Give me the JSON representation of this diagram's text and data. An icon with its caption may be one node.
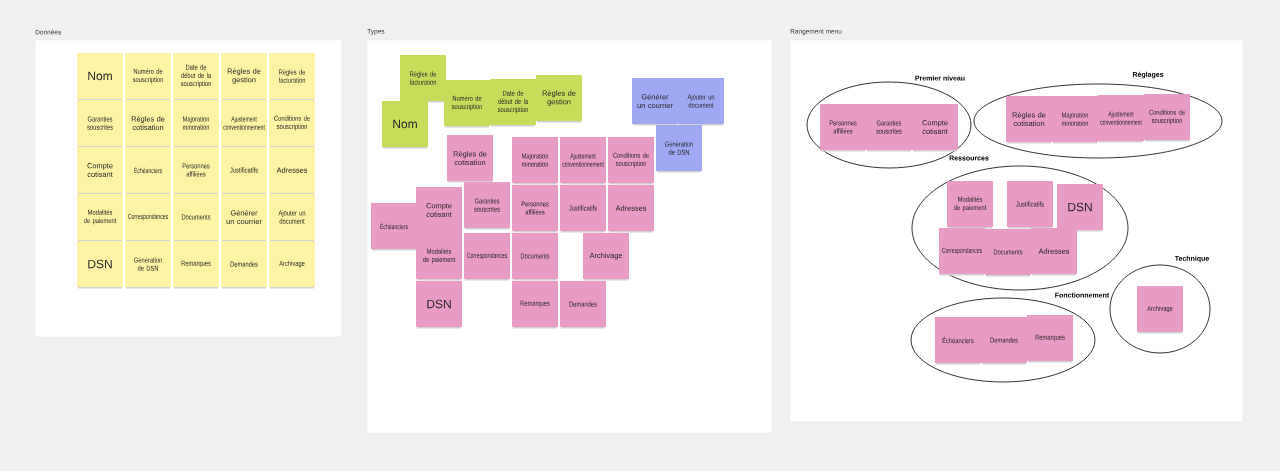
{
  "diagram": {
    "nodes": [
      {
        "text": [
          "Données"
        ]
      },
      {
        "text": [
          "Nom"
        ],
        "in": 0
      },
      {
        "text": [
          "Numéro de souscription"
        ],
        "in": 0
      },
      {
        "text": [
          "Date de début de la souscription"
        ],
        "in": 0
      },
      {
        "text": [
          "Règles de gestion"
        ],
        "in": 0
      },
      {
        "text": [
          "Règles de facturation"
        ],
        "in": 0
      },
      {
        "text": [
          "Garanties souscrites"
        ],
        "in": 0
      },
      {
        "text": [
          "Règles de cotisation"
        ],
        "in": 0
      },
      {
        "text": [
          "Majoration minoration"
        ],
        "in": 0
      },
      {
        "text": [
          "Ajustement conventionnement"
        ],
        "in": 0
      },
      {
        "text": [
          "Conditions de souscription"
        ],
        "in": 0
      },
      {
        "text": [
          "Compte cotisant"
        ],
        "in": 0
      },
      {
        "text": [
          "Échéanciers"
        ],
        "in": 0
      },
      {
        "text": [
          "Personnes affiliées"
        ],
        "in": 0
      },
      {
        "text": [
          "Justificatifs"
        ],
        "in": 0
      },
      {
        "text": [
          "Adresses"
        ],
        "in": 0
      },
      {
        "text": [
          "Modalités de paiement"
        ],
        "in": 0
      },
      {
        "text": [
          "Correspondances"
        ],
        "in": 0
      },
      {
        "text": [
          "Documents"
        ],
        "in": 0
      },
      {
        "text": [
          "Générer un courrier"
        ],
        "in": 0
      },
      {
        "text": [
          "Ajouter un document"
        ],
        "in": 0
      },
      {
        "text": [
          "DSN"
        ],
        "in": 0
      },
      {
        "text": [
          "Génération de DSN"
        ],
        "in": 0
      },
      {
        "text": [
          "Remarques"
        ],
        "in": 0
      },
      {
        "text": [
          "Demandes"
        ],
        "in": 0
      },
      {
        "text": [
          "Archivage"
        ],
        "in": 0
      },
      {
        "text": [
          "Types"
        ]
      },
      {
        "text": [
          "Règles de facturation"
        ],
        "in": 26
      },
      {
        "text": [
          "Nom"
        ],
        "in": 26
      },
      {
        "text": [
          "Numéro de souscription"
        ],
        "in": 26
      },
      {
        "text": [
          "Date de début de la souscription"
        ],
        "in": 26
      },
      {
        "text": [
          "Règles de gestion"
        ],
        "in": 26
      },
      {
        "text": [
          "Générer un courrier"
        ],
        "in": 26
      },
      {
        "text": [
          "Ajouter un document"
        ],
        "in": 26
      },
      {
        "text": [
          "Génération de DSN"
        ],
        "in": 26
      },
      {
        "text": [
          "Règles de cotisation"
        ],
        "in": 26
      },
      {
        "text": [
          "Majoration minoration"
        ],
        "in": 26
      },
      {
        "text": [
          "Ajustement conventionnement"
        ],
        "in": 26
      },
      {
        "text": [
          "Conditions de souscription"
        ],
        "in": 26
      },
      {
        "text": [
          "Garanties souscrites"
        ],
        "in": 26
      },
      {
        "text": [
          "Compte cotisant"
        ],
        "in": 26
      },
      {
        "text": [
          "Échéanciers"
        ],
        "in": 26
      },
      {
        "text": [
          "Personnes affiliées"
        ],
        "in": 26
      },
      {
        "text": [
          "Justificatifs"
        ],
        "in": 26
      },
      {
        "text": [
          "Adresses"
        ],
        "in": 26
      },
      {
        "text": [
          "Modalités de paiement"
        ],
        "in": 26
      },
      {
        "text": [
          "Correspondances"
        ],
        "in": 26
      },
      {
        "text": [
          "Documents"
        ],
        "in": 26
      },
      {
        "text": [
          "Archivage"
        ],
        "in": 26
      },
      {
        "text": [
          "DSN"
        ],
        "in": 26
      },
      {
        "text": [
          "Remarques"
        ],
        "in": 26
      },
      {
        "text": [
          "Demandes"
        ],
        "in": 26
      },
      {
        "text": [
          "Rangement menu"
        ]
      },
      {
        "text": [
          "Premier niveau"
        ],
        "in": 52
      },
      {
        "text": [
          "Personnes affiliées"
        ],
        "in": 53
      },
      {
        "text": [
          "Garanties souscrites"
        ],
        "in": 53
      },
      {
        "text": [
          "Compte cotisant"
        ],
        "in": 53
      },
      {
        "text": [
          "Réglages"
        ],
        "in": 52
      },
      {
        "text": [
          "Règles de cotisation"
        ],
        "in": 57
      },
      {
        "text": [
          "Majoration minoration"
        ],
        "in": 57
      },
      {
        "text": [
          "Ajustement conventionnement"
        ],
        "in": 57
      },
      {
        "text": [
          "Conditions de souscription"
        ],
        "in": 57
      },
      {
        "text": [
          "Ressources"
        ],
        "in": 52
      },
      {
        "text": [
          "Modalités de paiement"
        ],
        "in": 62
      },
      {
        "text": [
          "Justificatifs"
        ],
        "in": 62
      },
      {
        "text": [
          "DSN"
        ],
        "in": 62
      },
      {
        "text": [
          "Correspondances"
        ],
        "in": 62
      },
      {
        "text": [
          "Documents"
        ],
        "in": 62
      },
      {
        "text": [
          "Adresses"
        ],
        "in": 62
      },
      {
        "text": [
          "Technique"
        ],
        "in": 52
      },
      {
        "text": [
          "Archivage"
        ],
        "in": 69
      },
      {
        "text": [
          "Fonctionnement"
        ],
        "in": 52
      },
      {
        "text": [
          "Échéanciers"
        ],
        "in": 71
      },
      {
        "text": [
          "Demandes"
        ],
        "in": 71
      },
      {
        "text": [
          "Remarques"
        ],
        "in": 71
      }
    ]
  }
}
